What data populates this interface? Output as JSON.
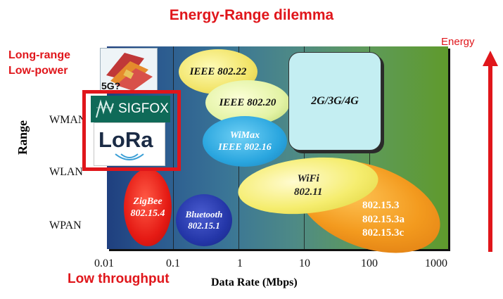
{
  "title": "Energy-Range dilemma",
  "energy_label": "Energy",
  "long_range": [
    "Long-range",
    "Low-power"
  ],
  "low_throughput": "Low throughput",
  "five_g": "5G?",
  "logos": {
    "sigfox": "SIGFOX",
    "lora": "LoRa"
  },
  "y_axis": {
    "title": "Range",
    "levels": [
      "WMAN",
      "WLAN",
      "WPAN"
    ]
  },
  "x_axis": {
    "title": "Data Rate (Mbps)",
    "ticks": [
      "0.01",
      "0.1",
      "1",
      "10",
      "100",
      "1000"
    ]
  },
  "technologies": {
    "ieee80222": [
      "IEEE 802.22"
    ],
    "ieee80220": [
      "IEEE 802.20"
    ],
    "wimax": [
      "WiMax",
      "IEEE 802.16"
    ],
    "cellular": [
      "2G/3G/4G"
    ],
    "wifi": [
      "WiFi",
      "802.11"
    ],
    "zigbee": [
      "ZigBee",
      "802.15.4"
    ],
    "bluetooth": [
      "Bluetooth",
      "802.15.1"
    ],
    "wpan_hr": [
      "802.15.3",
      "802.15.3a",
      "802.15.3c"
    ]
  },
  "colors": {
    "accent_red": "#e0161b",
    "energy_arrow": "#e0161b"
  }
}
